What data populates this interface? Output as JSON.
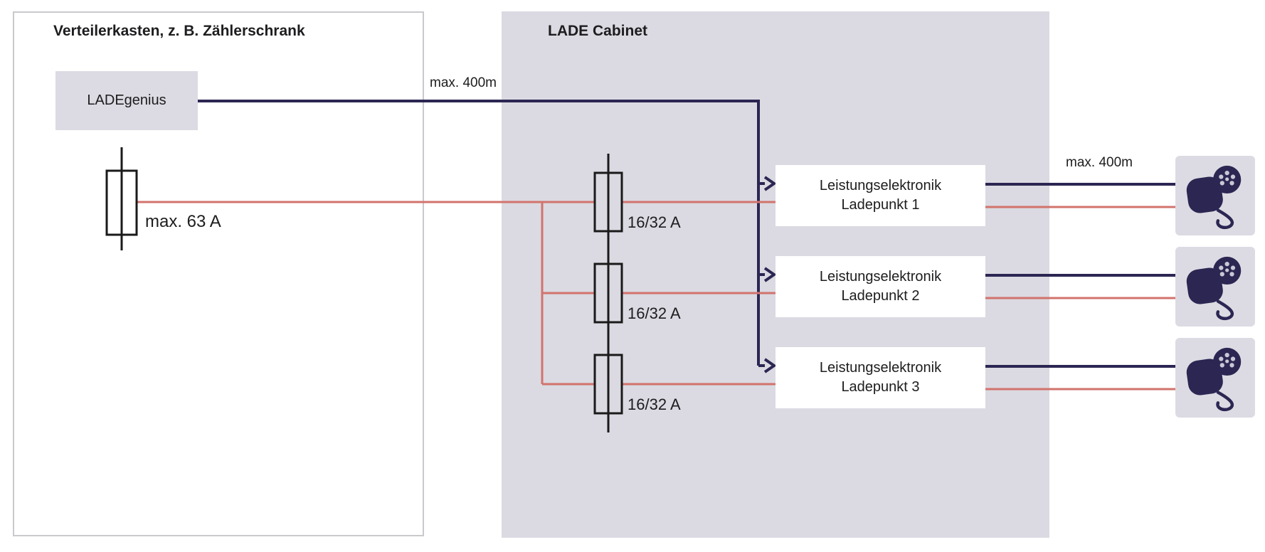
{
  "colors": {
    "navy": "#2b2652",
    "red": "#d2736c",
    "panel_fill": "#dbdae2",
    "box_fill": "#dcdbe3",
    "border": "#c9c9ce",
    "text": "#1d1d1f"
  },
  "distribution_panel": {
    "title": "Verteilerkasten, z. B. Zählerschrank",
    "controller_label": "LADEgenius",
    "main_fuse_label": "max. 63 A"
  },
  "cabinet": {
    "title": "LADE Cabinet",
    "fuse_labels": [
      "16/32 A",
      "16/32 A",
      "16/32 A"
    ],
    "units": [
      {
        "line1": "Leistungselektronik",
        "line2": "Ladepunkt 1"
      },
      {
        "line1": "Leistungselektronik",
        "line2": "Ladepunkt 2"
      },
      {
        "line1": "Leistungselektronik",
        "line2": "Ladepunkt 3"
      }
    ]
  },
  "annotations": {
    "control_cable_length": "max. 400m",
    "charging_cable_length": "max. 400m"
  }
}
